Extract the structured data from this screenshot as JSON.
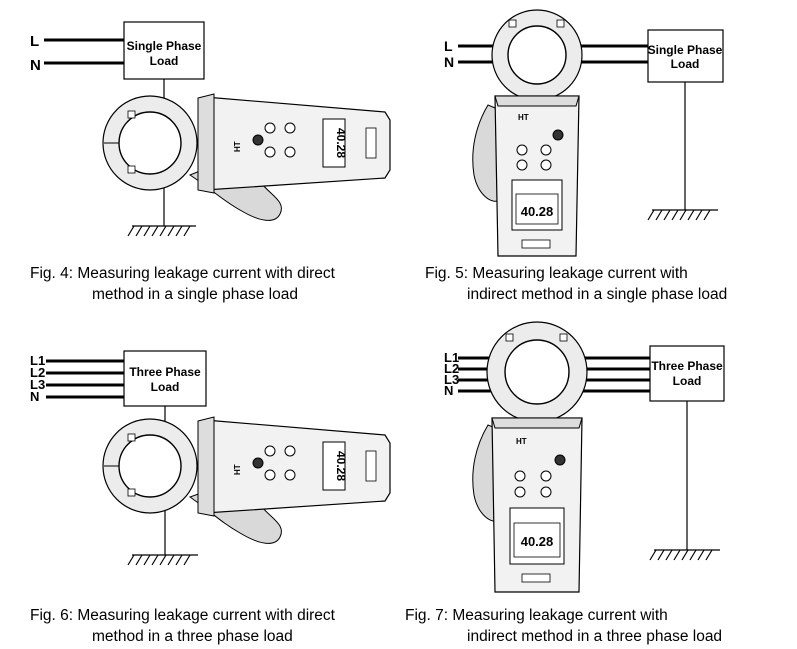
{
  "figures": [
    {
      "id": "fig4",
      "load_label_line1": "Single Phase",
      "load_label_line2": "Load",
      "conductors": [
        "L",
        "N"
      ],
      "meter_display": "40.28",
      "brand": "HT",
      "caption_line1": "Fig. 4: Measuring leakage current with direct",
      "caption_line2": "method in a single phase load"
    },
    {
      "id": "fig5",
      "load_label_line1": "Single Phase",
      "load_label_line2": "Load",
      "conductors": [
        "L",
        "N"
      ],
      "meter_display": "40.28",
      "brand": "HT",
      "caption_line1": "Fig.  5:  Measuring  leakage  current  with",
      "caption_line2": "indirect method in a single phase load"
    },
    {
      "id": "fig6",
      "load_label_line1": "Three Phase",
      "load_label_line2": "Load",
      "conductors": [
        "L1",
        "L2",
        "L3",
        "N"
      ],
      "meter_display": "40.28",
      "brand": "HT",
      "caption_line1": "Fig. 6: Measuring leakage current with direct",
      "caption_line2": "method in a three phase load"
    },
    {
      "id": "fig7",
      "load_label_line1": "Three Phase",
      "load_label_line2": "Load",
      "conductors": [
        "L1",
        "L2",
        "L3",
        "N"
      ],
      "meter_display": "40.28",
      "brand": "HT",
      "caption_line1": "Fig.   7:   Measuring   leakage   current   with",
      "caption_line2": "indirect method in a three phase load"
    }
  ],
  "colors": {
    "ink": "#000000",
    "meter_body": "#f2f2f2",
    "hand": "#d9d9d9"
  }
}
